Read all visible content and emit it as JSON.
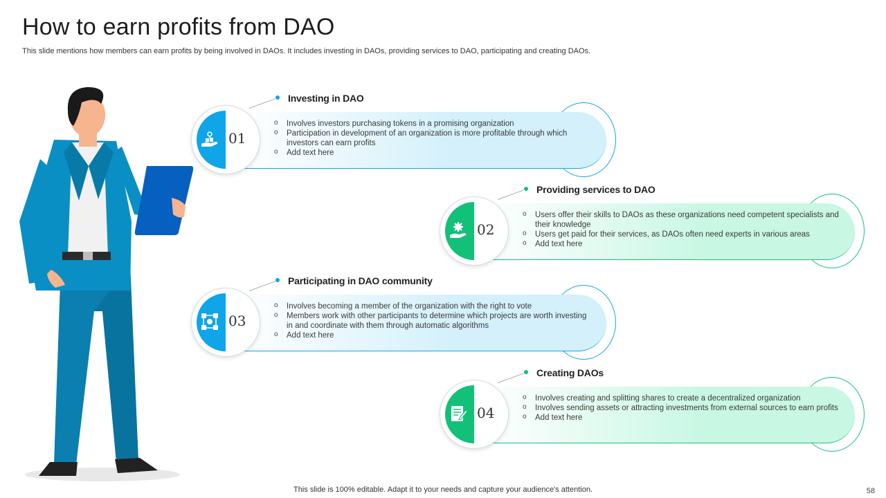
{
  "slide": {
    "title": "How to earn profits from DAO",
    "subtitle": "This slide mentions how members can earn profits by being involved in DAOs. It includes investing in DAOs, providing services to DAO, participating and creating DAOs.",
    "footer": "This slide is 100% editable. Adapt it to your needs and capture your audience's attention.",
    "page_number": "58"
  },
  "colors": {
    "blue": "#0ea5e9",
    "green": "#12c07a",
    "blue_light": "#d3f0fb",
    "green_light": "#c8f7e4"
  },
  "cards": [
    {
      "number": "01",
      "heading": "Investing in DAO",
      "icon": "investment-hand-icon",
      "bullets": [
        "Involves investors purchasing tokens in a promising organization",
        "Participation in development of an organization is more profitable through which investors can earn profits",
        "Add text here"
      ]
    },
    {
      "number": "02",
      "heading": "Providing services to DAO",
      "icon": "service-gear-hand-icon",
      "bullets": [
        "Users offer their skills to DAOs as these organizations need competent specialists and their knowledge",
        "Users get paid for their services, as DAOs often need experts in various areas",
        "Add text here"
      ]
    },
    {
      "number": "03",
      "heading": "Participating in DAO community",
      "icon": "community-network-icon",
      "bullets": [
        "Involves becoming a member of the organization with the right to vote",
        "Members work with other participants to determine which projects are worth investing in and coordinate with them through automatic algorithms",
        "Add text here"
      ]
    },
    {
      "number": "04",
      "heading": "Creating DAOs",
      "icon": "document-edit-icon",
      "bullets": [
        "Involves creating and splitting shares to create a decentralized organization",
        "Involves sending assets or attracting investments from external sources to earn profits",
        "Add text here"
      ]
    }
  ]
}
